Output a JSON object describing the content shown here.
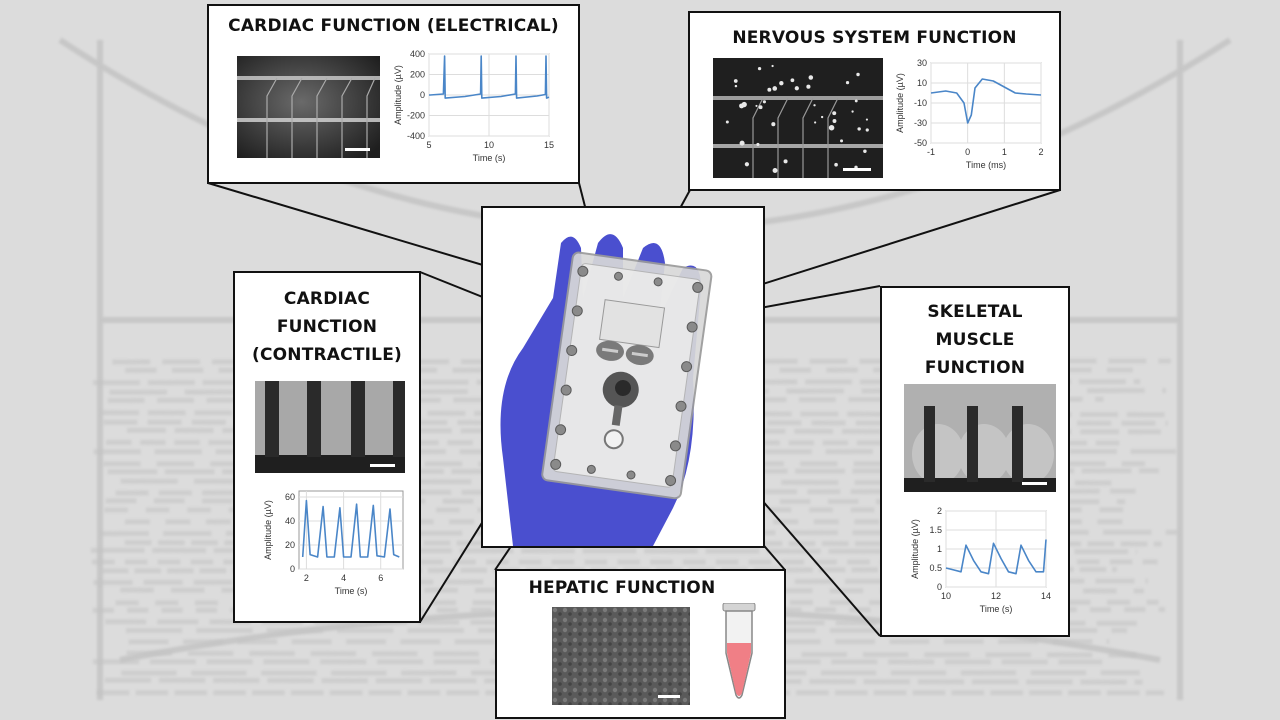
{
  "panels": {
    "cardiac_electrical": {
      "title": "CARDIAC FUNCTION (ELECTRICAL)",
      "chart": {
        "type": "line",
        "xlabel": "Time (s)",
        "ylabel": "Amplitude (µV)",
        "xticks": [
          "5",
          "10",
          "15"
        ],
        "yticks": [
          "400",
          "200",
          "0",
          "-200",
          "-400"
        ],
        "xlim": [
          5,
          15
        ],
        "ylim": [
          -400,
          400
        ]
      }
    },
    "nervous": {
      "title": "NERVOUS SYSTEM FUNCTION",
      "chart": {
        "type": "line",
        "xlabel": "Time (ms)",
        "ylabel": "Amplitude (µV)",
        "xticks": [
          "-1",
          "0",
          "1",
          "2"
        ],
        "yticks": [
          "30",
          "10",
          "-10",
          "-30",
          "-50"
        ],
        "xlim": [
          -1,
          2
        ],
        "ylim": [
          -50,
          30
        ]
      }
    },
    "cardiac_contractile": {
      "title_lines": [
        "CARDIAC",
        "FUNCTION",
        "(CONTRACTILE)"
      ],
      "chart": {
        "type": "line",
        "xlabel": "Time (s)",
        "ylabel": "Amplitude (µV)",
        "xticks": [
          "2",
          "4",
          "6"
        ],
        "yticks": [
          "60",
          "40",
          "20",
          "0"
        ],
        "xlim": [
          1.6,
          7.2
        ],
        "ylim": [
          0,
          65
        ]
      }
    },
    "skeletal": {
      "title_lines": [
        "SKELETAL",
        "MUSCLE",
        "FUNCTION"
      ],
      "chart": {
        "type": "line",
        "xlabel": "Time (s)",
        "ylabel": "Amplitude (µV)",
        "xticks": [
          "10",
          "12",
          "14"
        ],
        "yticks": [
          "2",
          "1.5",
          "1",
          "0.5",
          "0"
        ],
        "xlim": [
          10,
          14
        ],
        "ylim": [
          0,
          2
        ]
      }
    },
    "hepatic": {
      "title": "HEPATIC FUNCTION"
    }
  },
  "colors": {
    "trace": "#4a86c8",
    "glove": "#4a4fcf",
    "tube_liquid": "#f07f86",
    "frame": "#111111"
  },
  "chart_data": [
    {
      "type": "line",
      "xlabel": "Time (s)",
      "ylabel": "Amplitude (µV)",
      "xlim": [
        5,
        15
      ],
      "ylim": [
        -400,
        400
      ],
      "series": [
        {
          "x": [
            5,
            5.1,
            6.2,
            6.3,
            6.35,
            8,
            9.3,
            9.35,
            9.4,
            11,
            12.2,
            12.25,
            12.3,
            14,
            14.7,
            14.75,
            14.8,
            15
          ],
          "y": [
            0,
            0,
            10,
            380,
            -30,
            -15,
            10,
            380,
            -30,
            -15,
            10,
            380,
            -30,
            -10,
            5,
            380,
            -30,
            -20
          ]
        }
      ]
    },
    {
      "type": "line",
      "xlabel": "Time (ms)",
      "ylabel": "Amplitude (µV)",
      "xlim": [
        -1,
        2
      ],
      "ylim": [
        -50,
        30
      ],
      "series": [
        {
          "x": [
            -1,
            -0.6,
            -0.3,
            -0.1,
            0.0,
            0.1,
            0.2,
            0.4,
            0.7,
            1.0,
            1.3,
            1.6,
            2.0
          ],
          "y": [
            0,
            2,
            0,
            -10,
            -30,
            -22,
            5,
            14,
            12,
            6,
            0,
            -1,
            -2
          ]
        }
      ]
    },
    {
      "type": "line",
      "xlabel": "Time (s)",
      "ylabel": "Amplitude (µV)",
      "xlim": [
        1.6,
        7.2
      ],
      "ylim": [
        0,
        65
      ],
      "series": [
        {
          "x": [
            1.8,
            2.0,
            2.2,
            2.6,
            2.9,
            3.1,
            3.5,
            3.8,
            4.0,
            4.4,
            4.7,
            4.9,
            5.3,
            5.6,
            5.8,
            6.2,
            6.5,
            6.7,
            7.0
          ],
          "y": [
            10,
            57,
            12,
            10,
            52,
            10,
            10,
            51,
            10,
            10,
            54,
            10,
            10,
            53,
            11,
            10,
            50,
            12,
            10
          ]
        }
      ]
    },
    {
      "type": "line",
      "xlabel": "Time (s)",
      "ylabel": "Amplitude (µV)",
      "xlim": [
        10,
        14
      ],
      "ylim": [
        0,
        2
      ],
      "series": [
        {
          "x": [
            10.0,
            10.3,
            10.6,
            10.8,
            11.1,
            11.4,
            11.7,
            11.9,
            12.2,
            12.5,
            12.8,
            13.0,
            13.3,
            13.6,
            13.9,
            14.0
          ],
          "y": [
            0.5,
            0.45,
            0.4,
            1.1,
            0.7,
            0.4,
            0.35,
            1.15,
            0.75,
            0.4,
            0.35,
            1.1,
            0.7,
            0.4,
            0.4,
            1.25
          ]
        }
      ]
    }
  ]
}
